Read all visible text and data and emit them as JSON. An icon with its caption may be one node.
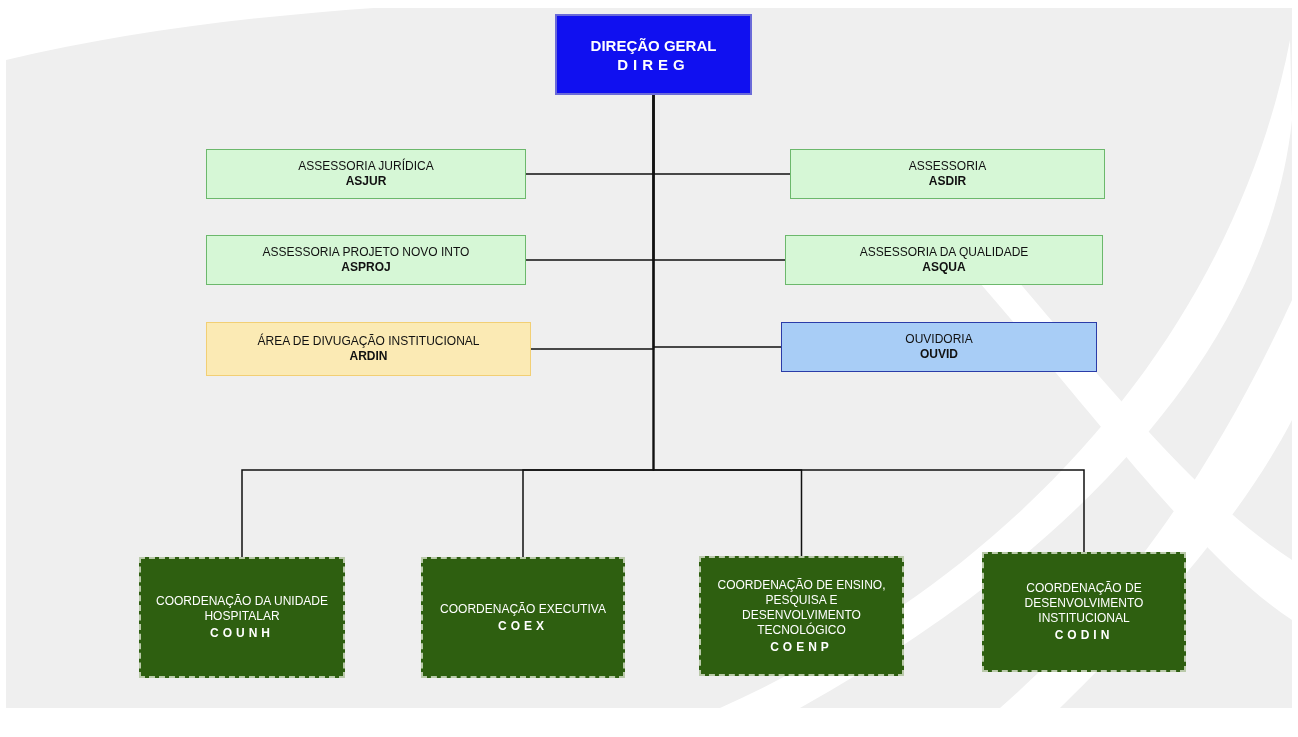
{
  "diagram": {
    "nodes": [
      {
        "text": [
          "DIREÇÃO GERAL",
          "DIREG"
        ]
      },
      {
        "text": [
          "ASSESSORIA JURÍDICA",
          "ASJUR"
        ]
      },
      {
        "text": [
          "ASSESSORIA",
          "ASDIR"
        ]
      },
      {
        "text": [
          "ASSESSORIA PROJETO NOVO INTO",
          "ASPROJ"
        ]
      },
      {
        "text": [
          "ASSESSORIA DA QUALIDADE",
          "ASQUA"
        ]
      },
      {
        "text": [
          "ÁREA DE DIVUGAÇÃO INSTITUCIONAL",
          "ARDIN"
        ]
      },
      {
        "text": [
          "OUVIDORIA",
          "OUVID"
        ]
      },
      {
        "text": [
          "COORDENAÇÃO DA UNIDADE HOSPITALAR",
          "COUNH"
        ]
      },
      {
        "text": [
          "COORDENAÇÃO EXECUTIVA",
          "COEX"
        ]
      },
      {
        "text": [
          "COORDENAÇÃO DE ENSINO, PESQUISA E DESENVOLVIMENTO TECNOLÓGICO",
          "COENP"
        ]
      },
      {
        "text": [
          "COORDENAÇÃO DE DESENVOLVIMENTO INSTITUCIONAL",
          "CODIN"
        ]
      }
    ],
    "edges": [
      {
        "from": 0,
        "to": 1,
        "arrow": "none"
      },
      {
        "from": 0,
        "to": 2,
        "arrow": "none"
      },
      {
        "from": 0,
        "to": 3,
        "arrow": "none"
      },
      {
        "from": 0,
        "to": 4,
        "arrow": "none"
      },
      {
        "from": 0,
        "to": 5,
        "arrow": "none"
      },
      {
        "from": 0,
        "to": 6,
        "arrow": "none"
      },
      {
        "from": 0,
        "to": 7,
        "arrow": "none"
      },
      {
        "from": 0,
        "to": 8,
        "arrow": "none"
      },
      {
        "from": 0,
        "to": 9,
        "arrow": "none"
      },
      {
        "from": 0,
        "to": 10,
        "arrow": "none"
      }
    ]
  }
}
